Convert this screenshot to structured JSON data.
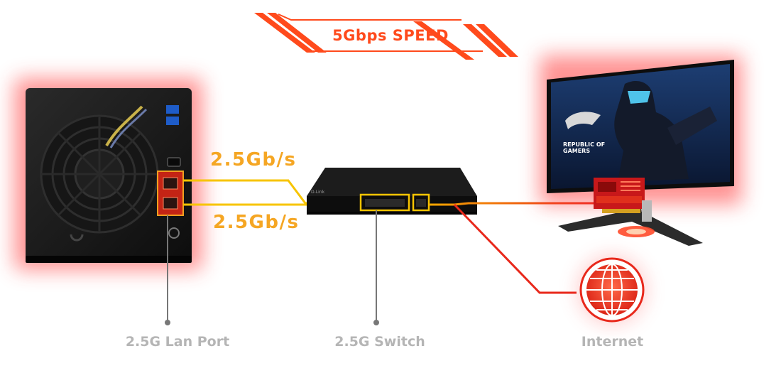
{
  "header": {
    "speed_label": "5Gbps SPEED"
  },
  "links": {
    "top_rate": "2.5Gb/s",
    "bottom_rate": "2.5Gb/s"
  },
  "captions": {
    "nas": "2.5G Lan Port",
    "switch": "2.5G Switch",
    "internet": "Internet"
  },
  "monitor": {
    "screen_line1": "REPUBLIC OF",
    "screen_line2": "GAMERS"
  },
  "switch_device": {
    "brand": "D-Link"
  },
  "colors": {
    "speed_orange": "#ff4a1c",
    "rate_yellow": "#f5a623",
    "link_yellow": "#f7c400",
    "link_red": "#e8281b",
    "caption_gray": "#b5b5b5",
    "glow_red": "#ff3b3b"
  },
  "icons": {
    "nas": "nas-device-icon",
    "switch": "network-switch-icon",
    "monitor": "gaming-monitor-icon",
    "nic": "network-card-icon",
    "internet": "globe-icon"
  }
}
